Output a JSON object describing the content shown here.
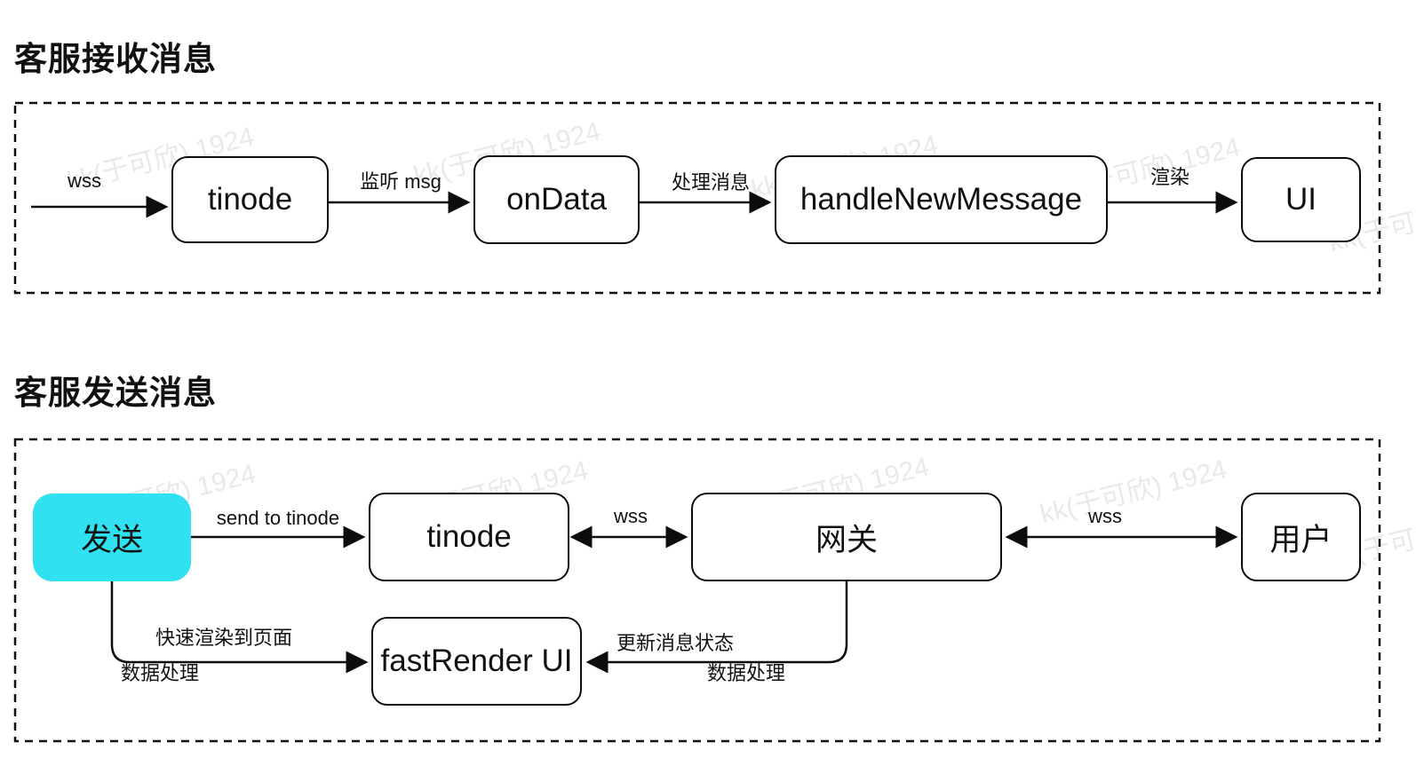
{
  "colors": {
    "highlight_fill": "#2fe1f1",
    "stroke": "#0d0d0d",
    "watermark": "#e9e9e9",
    "background": "#ffffff"
  },
  "watermark_text": "kk(于可欣) 1924",
  "sections": {
    "receive": {
      "title": "客服接收消息",
      "nodes": [
        {
          "label": "tinode"
        },
        {
          "label": "onData"
        },
        {
          "label": "handleNewMessage"
        },
        {
          "label": "UI"
        }
      ],
      "edges": [
        {
          "label": "wss"
        },
        {
          "label": "监听 msg"
        },
        {
          "label": "处理消息"
        },
        {
          "label": "渲染"
        }
      ]
    },
    "send": {
      "title": "客服发送消息",
      "nodes": [
        {
          "label": "发送"
        },
        {
          "label": "tinode"
        },
        {
          "label": "网关"
        },
        {
          "label": "用户"
        },
        {
          "label": "fastRender UI"
        }
      ],
      "edges": [
        {
          "label": "send to tinode"
        },
        {
          "label": "wss"
        },
        {
          "label": "wss"
        },
        {
          "label": "快速渲染到页面",
          "sublabel": "数据处理"
        },
        {
          "label": "更新消息状态",
          "sublabel": "数据处理"
        }
      ]
    }
  }
}
